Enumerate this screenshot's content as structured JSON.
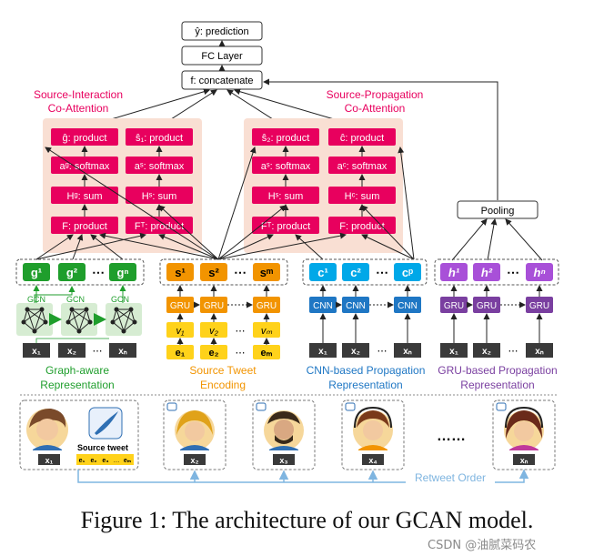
{
  "top_boxes": {
    "prediction": "ŷ: prediction",
    "fc_layer": "FC Layer",
    "concatenate": "f: concatenate",
    "pooling": "Pooling"
  },
  "coattention": {
    "left_title_1": "Source-Interaction",
    "left_title_2": "Co-Attention",
    "right_title_1": "Source-Propagation",
    "right_title_2": "Co-Attention",
    "left_cols": [
      [
        "ĝ: product",
        "aᵍ: softmax",
        "Hᵍ: sum",
        "F: product"
      ],
      [
        "ŝ₁: product",
        "aˢ: softmax",
        "Hˢ: sum",
        "Fᵀ: product"
      ]
    ],
    "right_cols": [
      [
        "ŝ₂: product",
        "aˢ: softmax",
        "Hˢ: sum",
        "Fᵀ: product"
      ],
      [
        "ĉ: product",
        "aᶜ: softmax",
        "Hᶜ: sum",
        "F: product"
      ]
    ]
  },
  "representations": {
    "graph": [
      "g¹",
      "g²",
      "gⁿ"
    ],
    "source": [
      "s¹",
      "s²",
      "sᵐ"
    ],
    "cnn": [
      "c¹",
      "c²",
      "cᵖ"
    ],
    "gru": [
      "h¹",
      "h²",
      "hⁿ"
    ],
    "dots": "⋯"
  },
  "encoders": {
    "gcn": "GCN",
    "gru": "GRU",
    "cnn": "CNN",
    "v": [
      "v₁",
      "v₂",
      "vₘ"
    ],
    "e": [
      "e₁",
      "e₂",
      "eₘ"
    ],
    "x": [
      "x₁",
      "x₂",
      "xₙ"
    ]
  },
  "section_labels": {
    "graph_1": "Graph-aware",
    "graph_2": "Representation",
    "source_1": "Source Tweet",
    "source_2": "Encoding",
    "cnn_1": "CNN-based Propagation",
    "cnn_2": "Representation",
    "gru_1": "GRU-based Propagation",
    "gru_2": "Representation"
  },
  "users": {
    "source_tweet": "Source tweet",
    "tokens": [
      "e₁",
      "e₂",
      "e₃",
      "…",
      "eₘ"
    ],
    "labels": [
      "x₁",
      "x₂",
      "x₃",
      "x₄",
      "xₙ"
    ],
    "ellipsis": "……",
    "retweet_order": "Retweet Order"
  },
  "caption": "Figure 1: The architecture of our GCAN model.",
  "watermark": "CSDN @油腻菜码农",
  "colors": {
    "pink": "#e8005e",
    "green": "#1f9e2c",
    "orange": "#f29400",
    "yellow": "#ffd21a",
    "cyan": "#00a8e8",
    "purple": "#a850d8",
    "cnn_blue": "#1f77c4",
    "gru_purple": "#7a3fa0",
    "dark": "#3a3a3a",
    "peach": "#f9dfd3"
  }
}
